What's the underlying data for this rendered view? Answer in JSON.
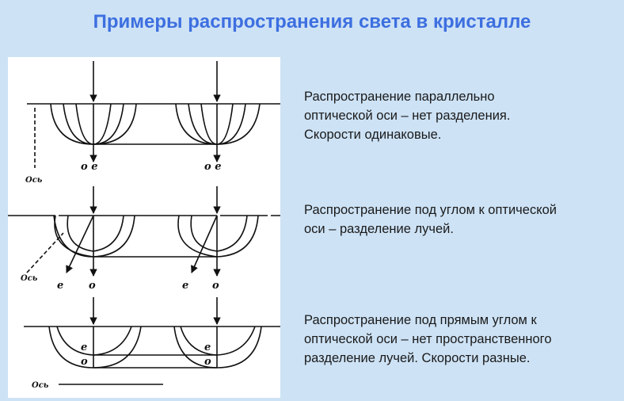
{
  "title": "Примеры распространения света в кристалле",
  "descriptions": [
    {
      "lines": [
        "Распространение параллельно",
        "оптической оси – нет разделения.",
        "Скорости одинаковые."
      ]
    },
    {
      "lines": [
        "Распространение под углом к оптической",
        "оси – разделение лучей."
      ]
    },
    {
      "lines": [
        "Распространение под прямым углом к",
        "оптической оси – нет пространственного",
        "разделение лучей. Скорости разные."
      ]
    }
  ],
  "figure": {
    "axis_label": "Ось",
    "ray_labels": {
      "panel1_left": "o e",
      "panel1_right": "o e",
      "panel2_e_left": "e",
      "panel2_o_left": "o",
      "panel2_e_right": "e",
      "panel2_o_right": "o",
      "panel3_e_left": "e",
      "panel3_o_left": "o",
      "panel3_e_right": "e",
      "panel3_o_right": "o"
    }
  }
}
